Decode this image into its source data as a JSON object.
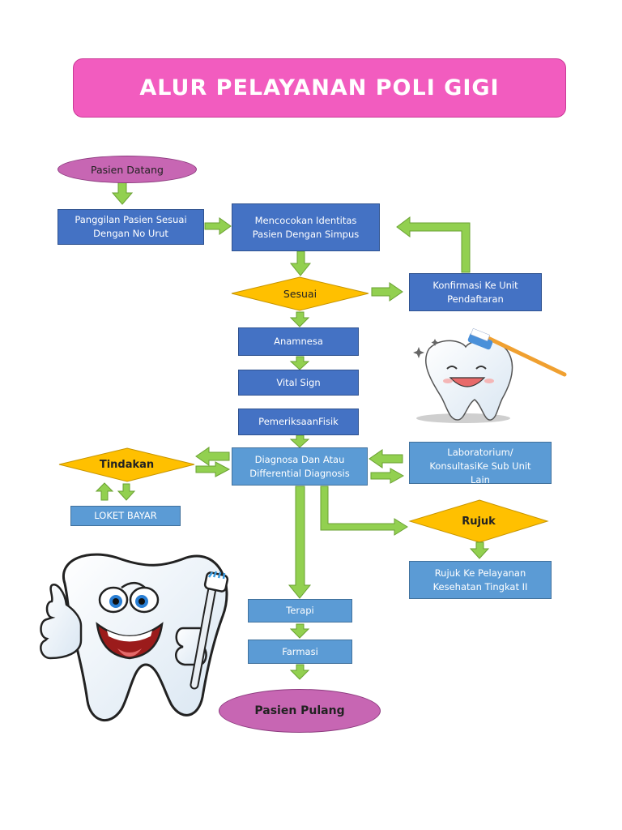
{
  "title": "ALUR PELAYANAN POLI GIGI",
  "nodes": {
    "pasien_datang": "Pasien Datang",
    "panggilan": "Panggilan Pasien Sesuai\nDengan No Urut",
    "mencocokan": "Mencocokan Identitas\nPasien Dengan Simpus",
    "sesuai": "Sesuai",
    "konfirmasi": "Konfirmasi Ke Unit\nPendaftaran",
    "anamnesa": "Anamnesa",
    "vital_sign": "Vital Sign",
    "pemeriksaan": "PemeriksaanFisik",
    "diagnosa": "Diagnosa Dan Atau\nDifferential Diagnosis",
    "laboratorium": "Laboratorium/\nKonsultasiKe Sub Unit\nLain",
    "tindakan": "Tindakan",
    "loket_bayar": "LOKET BAYAR",
    "rujuk": "Rujuk",
    "rujuk_pelayanan": "Rujuk  Ke Pelayanan\nKesehatan Tingkat II",
    "terapi": "Terapi",
    "farmasi": "Farmasi",
    "pasien_pulang": "Pasien Pulang"
  },
  "colors": {
    "title_bg": "#f25cbf",
    "oval": "#c766b3",
    "dark_box": "#4472c4",
    "light_box": "#5b9bd5",
    "diamond": "#ffc000",
    "arrow": "#92d050"
  },
  "illustrations": [
    "tooth-brushing-icon",
    "tooth-mascot-thumbs-up-icon"
  ]
}
